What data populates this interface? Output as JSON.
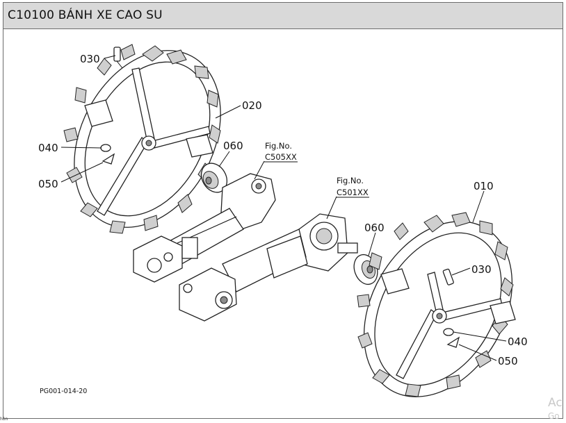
{
  "header": {
    "title": "C10100 BÁNH XE CAO SU"
  },
  "callouts": {
    "left_030": "030",
    "left_020": "020",
    "left_040": "040",
    "left_050": "050",
    "left_060": "060",
    "right_010": "010",
    "right_060": "060",
    "right_030": "030",
    "right_040": "040",
    "right_050": "050"
  },
  "figrefs": {
    "a_label": "Fig.No.",
    "a_value": "C505XX",
    "b_label": "Fig.No.",
    "b_value": "C501XX"
  },
  "drawing_code": "PG001-014-20",
  "watermark": {
    "line1": "Ac",
    "line2": "Go"
  },
  "footer_text": "hôn"
}
